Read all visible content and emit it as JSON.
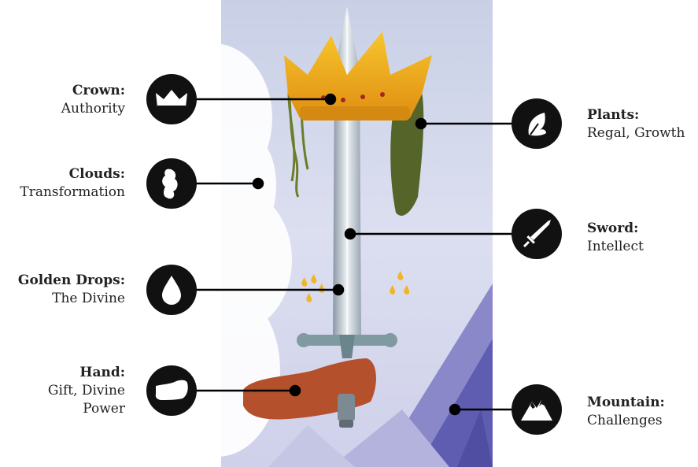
{
  "colors": {
    "icon_bg": "#111111",
    "text": "#222222",
    "card_sky": "#d9dcef",
    "sword_steel": "#b9c3cc",
    "crown_gold": "#f0b31c",
    "hand": "#b4502c",
    "plant": "#5c6a2a",
    "mountain": "#6d6cb8"
  },
  "symbols": [
    {
      "term": "Crown:",
      "meaning": "Authority",
      "icon": "crown-icon"
    },
    {
      "term": "Clouds:",
      "meaning": "Transformation",
      "icon": "cloud-icon"
    },
    {
      "term": "Golden Drops:",
      "meaning": "The Divine",
      "icon": "drop-icon"
    },
    {
      "term": "Hand:",
      "meaning": "Gift, Divine Power",
      "icon": "hand-icon"
    },
    {
      "term": "Plants:",
      "meaning": "Regal, Growth",
      "icon": "leaf-icon"
    },
    {
      "term": "Sword:",
      "meaning": "Intellect",
      "icon": "sword-icon"
    },
    {
      "term": "Mountain:",
      "meaning": "Challenges",
      "icon": "mountain-icon"
    }
  ]
}
